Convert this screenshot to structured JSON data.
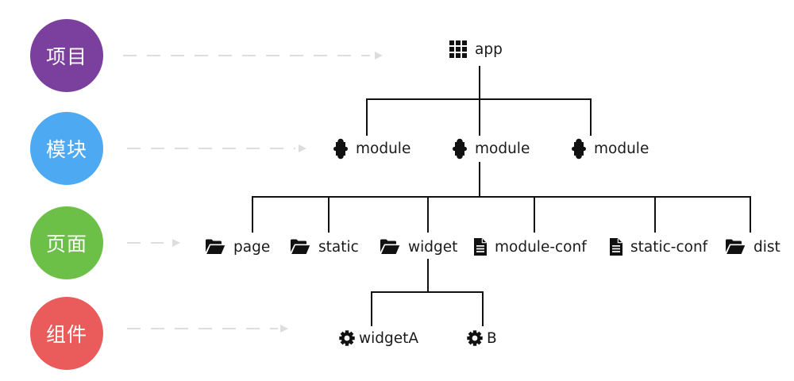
{
  "levels": [
    {
      "label": "项目",
      "color": "#7b3f9d"
    },
    {
      "label": "模块",
      "color": "#4ca9f2"
    },
    {
      "label": "页面",
      "color": "#6cc047"
    },
    {
      "label": "组件",
      "color": "#ea5b5b"
    }
  ],
  "tree": {
    "root": {
      "label": "app",
      "icon": "grid-icon"
    },
    "modules": [
      {
        "label": "module",
        "icon": "puzzle-icon"
      },
      {
        "label": "module",
        "icon": "puzzle-icon"
      },
      {
        "label": "module",
        "icon": "puzzle-icon"
      }
    ],
    "pages": [
      {
        "label": "page",
        "icon": "folder-open-icon"
      },
      {
        "label": "static",
        "icon": "folder-open-icon"
      },
      {
        "label": "widget",
        "icon": "folder-open-icon"
      },
      {
        "label": "module-conf",
        "icon": "file-text-icon"
      },
      {
        "label": "static-conf",
        "icon": "file-text-icon"
      },
      {
        "label": "dist",
        "icon": "folder-open-icon"
      }
    ],
    "components": [
      {
        "label": "widgetA",
        "icon": "gear-icon"
      },
      {
        "label": "B",
        "icon": "gear-icon"
      }
    ]
  },
  "colors": {
    "background": "#ffffff",
    "text": "#1a1a1a",
    "connector": "#111111",
    "arrow": "#dddddd",
    "circle_text": "#ffffff"
  }
}
